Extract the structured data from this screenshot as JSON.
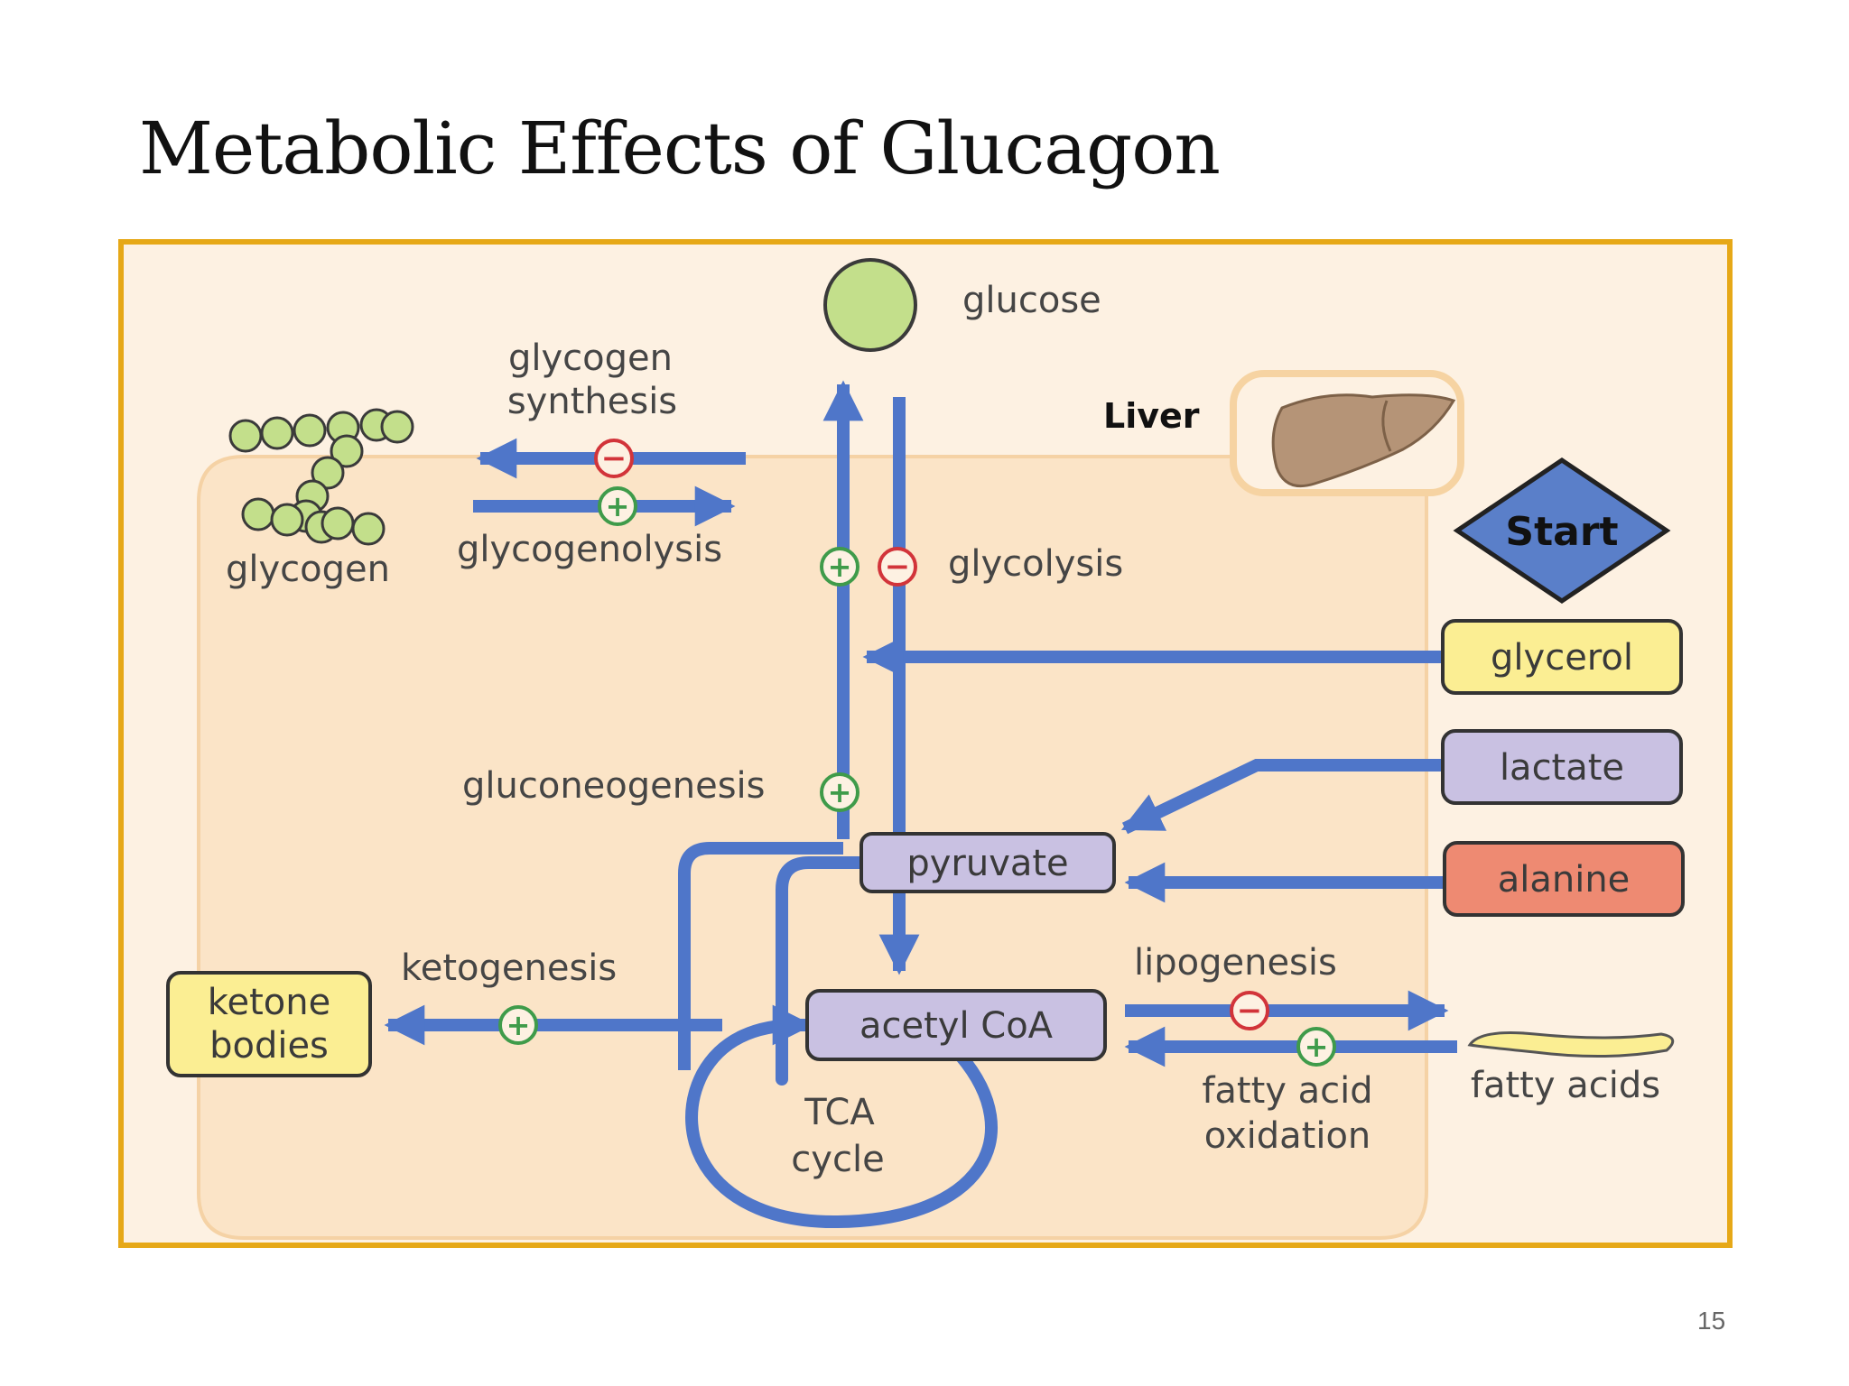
{
  "slide": {
    "title": "Metabolic Effects of Glucagon",
    "page_number": "15"
  },
  "diagram": {
    "labels": {
      "glucose": "glucose",
      "glycogen_synthesis_1": "glycogen",
      "glycogen_synthesis_2": "synthesis",
      "glycogen": "glycogen",
      "glycogenolysis": "glycogenolysis",
      "glycolysis": "glycolysis",
      "liver": "Liver",
      "start": "Start",
      "gluconeogenesis": "gluconeogenesis",
      "ketogenesis": "ketogenesis",
      "lipogenesis": "lipogenesis",
      "fatty_acid_oxidation_1": "fatty acid",
      "fatty_acid_oxidation_2": "oxidation",
      "fatty_acids": "fatty acids",
      "tca_1": "TCA",
      "tca_2": "cycle"
    },
    "boxes": {
      "glycerol": "glycerol",
      "lactate": "lactate",
      "alanine": "alanine",
      "pyruvate": "pyruvate",
      "acetyl_coa": "acetyl CoA",
      "ketone_1": "ketone",
      "ketone_2": "bodies"
    },
    "signs": {
      "plus": "+",
      "minus": "−"
    },
    "colors": {
      "frame_border": "#e6a817",
      "frame_fill": "#fdf1e2",
      "liver_region": "#fbe4c7",
      "arrow": "#4f76c9",
      "glucose_fill": "#c3df8b",
      "glycerol_fill": "#fbee93",
      "lactate_fill": "#c9c1e2",
      "alanine_fill": "#ee8a72",
      "pyruvate_fill": "#c9c1e2",
      "acetyl_fill": "#c9c1e2",
      "ketone_fill": "#fbee93",
      "start_fill": "#5a7fc9",
      "plus_color": "#3f9b4a",
      "minus_color": "#d2343a"
    }
  }
}
